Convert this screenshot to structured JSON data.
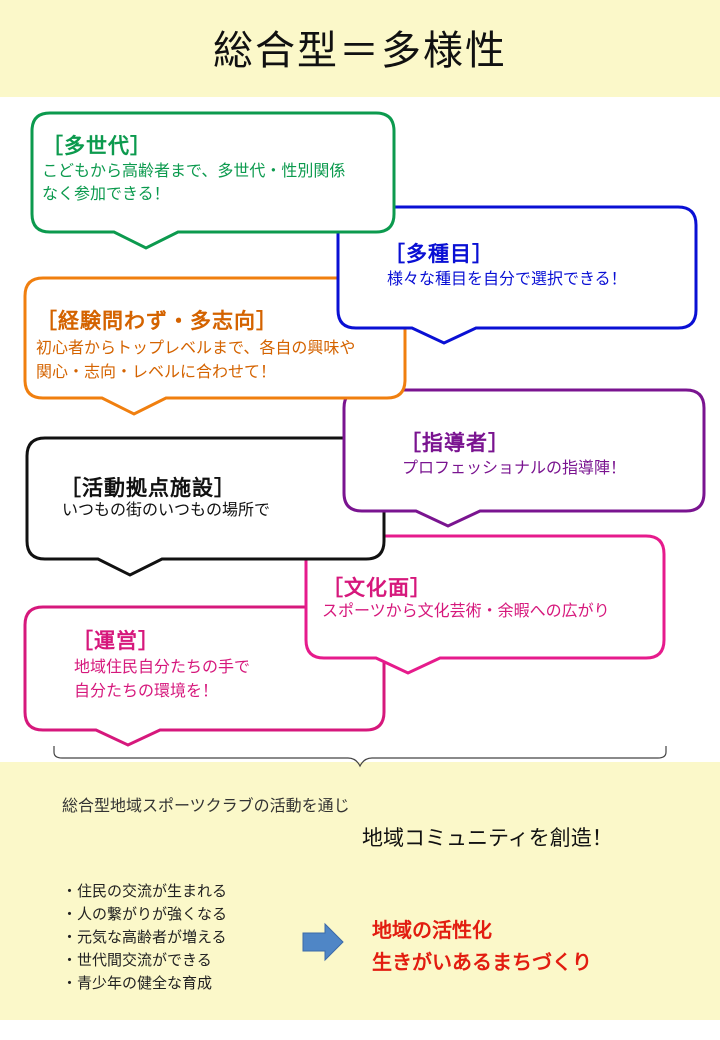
{
  "title": "総合型＝多様性",
  "bubbles": {
    "multi_generation": {
      "heading": "［多世代］",
      "lines": [
        "こどもから高齢者まで、多世代・性別関係",
        "なく参加できる！"
      ]
    },
    "multi_event": {
      "heading": "［多種目］",
      "lines": [
        "様々な種目を自分で選択できる！"
      ]
    },
    "experience": {
      "heading": "［経験問わず・多志向］",
      "lines": [
        "初心者からトップレベルまで、各自の興味や",
        "関心・志向・レベルに合わせて！"
      ]
    },
    "instructor": {
      "heading": "［指導者］",
      "lines": [
        "プロフェッショナルの指導陣！"
      ]
    },
    "base": {
      "heading": "［活動拠点施設］",
      "lines": [
        "いつもの街のいつもの場所で"
      ]
    },
    "culture": {
      "heading": "［文化面］",
      "lines": [
        "スポーツから文化芸術・余暇への広がり"
      ]
    },
    "management": {
      "heading": "［運営］",
      "lines": [
        "地域住民自分たちの手で",
        "自分たちの環境を！"
      ]
    }
  },
  "summary": "総合型地域スポーツクラブの活動を通じ",
  "creation": "地域コミュニティを創造！",
  "benefits": [
    "・住民の交流が生まれる",
    "・人の繋がりが強くなる",
    "・元気な高齢者が増える",
    "・世代間交流ができる",
    "・青少年の健全な育成"
  ],
  "result": [
    "地域の活性化",
    "生きがいあるまちづくり"
  ],
  "colors": {
    "green": "#0c9a4e",
    "blue": "#0a10d4",
    "orange": "#f07f0f",
    "black": "#111111",
    "purple": "#7a1490",
    "magenta": "#e61b8c",
    "arrow": "#4f86c6",
    "band": "#fbf8c9"
  }
}
